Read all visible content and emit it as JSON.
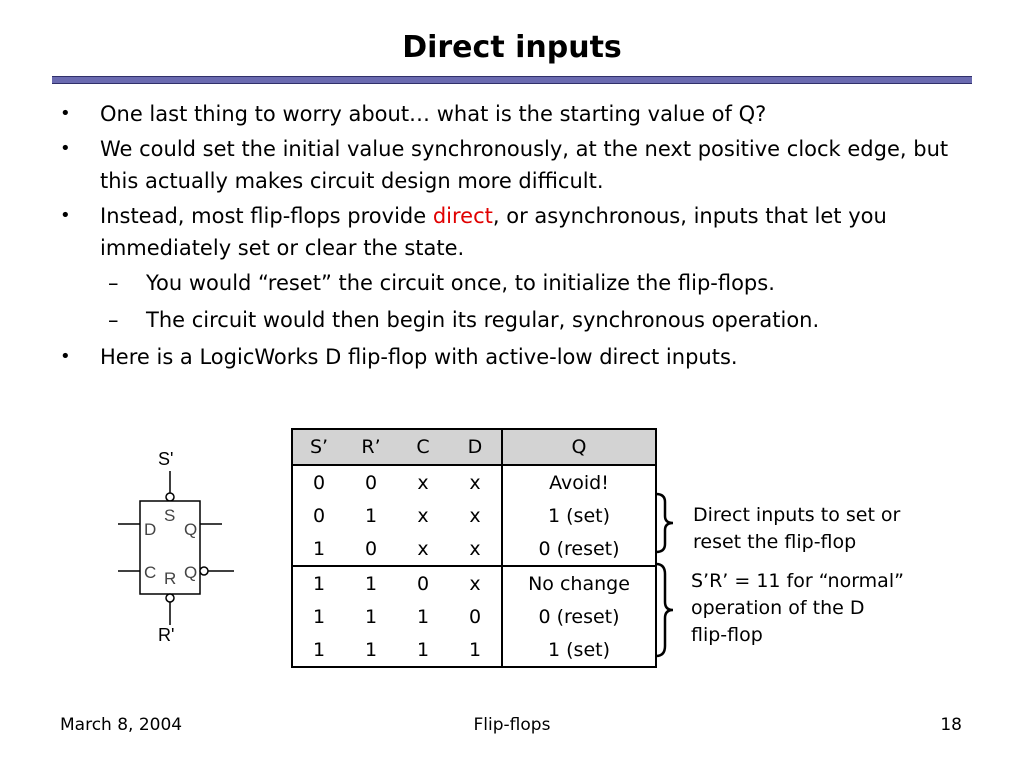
{
  "slide": {
    "title": "Direct inputs",
    "bullets": [
      {
        "text": "One last thing to worry about… what is the starting value of Q?"
      },
      {
        "text": "We could set the initial value synchronously, at the next positive clock edge, but this actually makes circuit design more difficult."
      },
      {
        "pre": "Instead, most flip-flops provide ",
        "highlight": "direct",
        "post": ", or asynchronous, inputs that let you immediately set or clear the state."
      },
      {
        "text": "You would “reset” the circuit once, to initialize the flip-flops."
      },
      {
        "text": "The circuit would then begin its regular, synchronous operation."
      },
      {
        "text": "Here is a LogicWorks D flip-flop with active-low direct inputs."
      }
    ],
    "bullet_symbol": "•",
    "dash_symbol": "–",
    "accent_color": "#e00000"
  },
  "flipflop": {
    "top_label": "S'",
    "bottom_label": "R'",
    "pin_d": "D",
    "pin_s": "S",
    "pin_q": "Q",
    "pin_c": "C",
    "pin_r": "R",
    "pin_qbar": "Q"
  },
  "truth_table": {
    "headers": [
      "S’",
      "R’",
      "C",
      "D",
      "Q"
    ],
    "rows": [
      [
        "0",
        "0",
        "x",
        "x",
        "Avoid!"
      ],
      [
        "0",
        "1",
        "x",
        "x",
        "1 (set)"
      ],
      [
        "1",
        "0",
        "x",
        "x",
        "0 (reset)"
      ],
      [
        "1",
        "1",
        "0",
        "x",
        "No change"
      ],
      [
        "1",
        "1",
        "1",
        "0",
        "0 (reset)"
      ],
      [
        "1",
        "1",
        "1",
        "1",
        "1 (set)"
      ]
    ]
  },
  "notes": {
    "direct": [
      "Direct inputs to set or",
      "reset the flip-flop"
    ],
    "normal": [
      "S’R’ = 11 for “normal”",
      "operation of the D",
      "flip-flop"
    ]
  },
  "footer": {
    "date": "March 8, 2004",
    "topic": "Flip-flops",
    "page": "18"
  }
}
